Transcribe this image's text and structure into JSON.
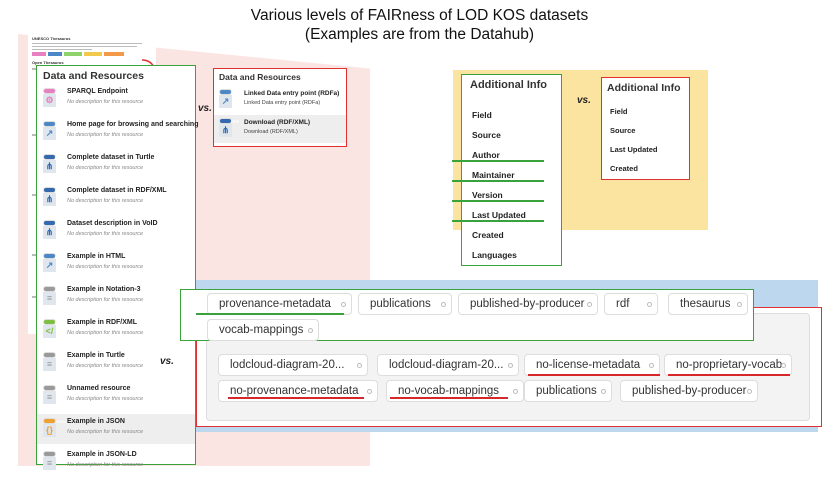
{
  "title": {
    "line1": "Various levels of FAIRness of LOD KOS datasets",
    "line2": "(Examples are from the Datahub)"
  },
  "thumbnail": {
    "heading": "UNESCO Thesaurus",
    "subheading": "Open Thesaurus"
  },
  "data_resources_left": {
    "heading": "Data and Resources",
    "items": [
      {
        "name": "SPARQL Endpoint",
        "desc": "No description for this resource",
        "format": "api",
        "color": "#e87fc0",
        "glyph": "⚙"
      },
      {
        "name": "Home page for browsing and searching",
        "desc": "No description for this resource",
        "format": "HTML",
        "color": "#4d88c6",
        "glyph": "↗"
      },
      {
        "name": "Complete dataset in Turtle",
        "desc": "No description for this resource",
        "format": "RDF",
        "color": "#3469b0",
        "glyph": "⋔"
      },
      {
        "name": "Complete dataset in RDF/XML",
        "desc": "No description for this resource",
        "format": "RDF",
        "color": "#3469b0",
        "glyph": "⋔"
      },
      {
        "name": "Dataset description in VoID",
        "desc": "No description for this resource",
        "format": "RDF",
        "color": "#3469b0",
        "glyph": "⋔"
      },
      {
        "name": "Example in HTML",
        "desc": "No description for this resource",
        "format": "HTML",
        "color": "#4d88c6",
        "glyph": "↗"
      },
      {
        "name": "Example in Notation-3",
        "desc": "No description for this resource",
        "format": "N3",
        "color": "#9a9a9a",
        "glyph": "≡"
      },
      {
        "name": "Example in RDF/XML",
        "desc": "No description for this resource",
        "format": "RDF",
        "color": "#7fbf3f",
        "glyph": "</"
      },
      {
        "name": "Example in Turtle",
        "desc": "No description for this resource",
        "format": "TTL",
        "color": "#9a9a9a",
        "glyph": "≡"
      },
      {
        "name": "Unnamed resource",
        "desc": "No description for this resource",
        "format": "TTL",
        "color": "#9a9a9a",
        "glyph": "≡"
      },
      {
        "name": "Example in JSON",
        "desc": "No description for this resource",
        "format": "JSON",
        "color": "#f0a030",
        "glyph": "{}"
      },
      {
        "name": "Example in JSON-LD",
        "desc": "No description for this resource",
        "format": "JSON",
        "color": "#9a9a9a",
        "glyph": "≡"
      }
    ]
  },
  "vs_label": "vs.",
  "data_resources_right": {
    "heading": "Data and Resources",
    "items": [
      {
        "name": "Linked Data entry point (RDFa)",
        "sub": "Linked Data entry point (RDFa)",
        "format": "HTML",
        "color": "#4d88c6",
        "glyph": "↗"
      },
      {
        "name": "Download (RDF/XML)",
        "sub": "Download (RDF/XML)",
        "format": "RDF",
        "color": "#3469b0",
        "glyph": "⋔"
      }
    ]
  },
  "additional_info_left": {
    "heading": "Additional Info",
    "rows": [
      "Field",
      "Source",
      "Author",
      "Maintainer",
      "Version",
      "Last Updated",
      "Created",
      "Languages"
    ]
  },
  "additional_info_right": {
    "heading": "Additional Info",
    "rows": [
      "Field",
      "Source",
      "Last Updated",
      "Created"
    ]
  },
  "tags_green": [
    "provenance-metadata",
    "publications",
    "published-by-producer",
    "rdf",
    "thesaurus",
    "vocab-mappings"
  ],
  "tags_red": [
    "lodcloud-diagram-20...",
    "lodcloud-diagram-20...",
    "no-license-metadata",
    "no-proprietary-vocab",
    "no-provenance-metadata",
    "no-vocab-mappings",
    "publications",
    "published-by-producer"
  ],
  "colors": {
    "green_border": "#3aa23a",
    "red_border": "#e03030",
    "pink_bg": "#fbe5e3",
    "yellow_bg": "#fbe3a0",
    "blue_bg": "#bdd7ef"
  }
}
